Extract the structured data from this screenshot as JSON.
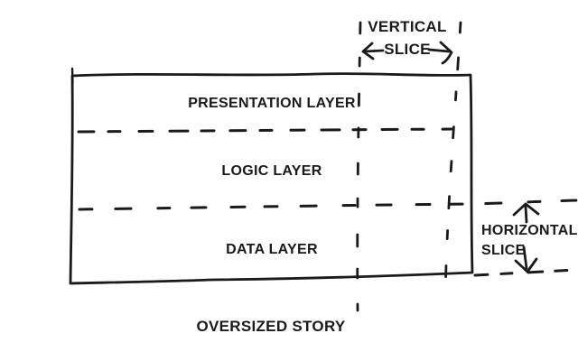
{
  "diagram": {
    "box": {
      "layers": [
        {
          "label": "PRESENTATION LAYER"
        },
        {
          "label": "LOGIC LAYER"
        },
        {
          "label": "DATA LAYER"
        }
      ]
    },
    "vertical_slice": {
      "label_line1": "VERTICAL",
      "label_line2": "SLICE"
    },
    "horizontal_slice": {
      "label_line1": "HORIZONTAL",
      "label_line2": "SLICE"
    },
    "caption": "OVERSIZED STORY",
    "colors": {
      "ink": "#1a1a1a",
      "background": "#ffffff"
    }
  }
}
